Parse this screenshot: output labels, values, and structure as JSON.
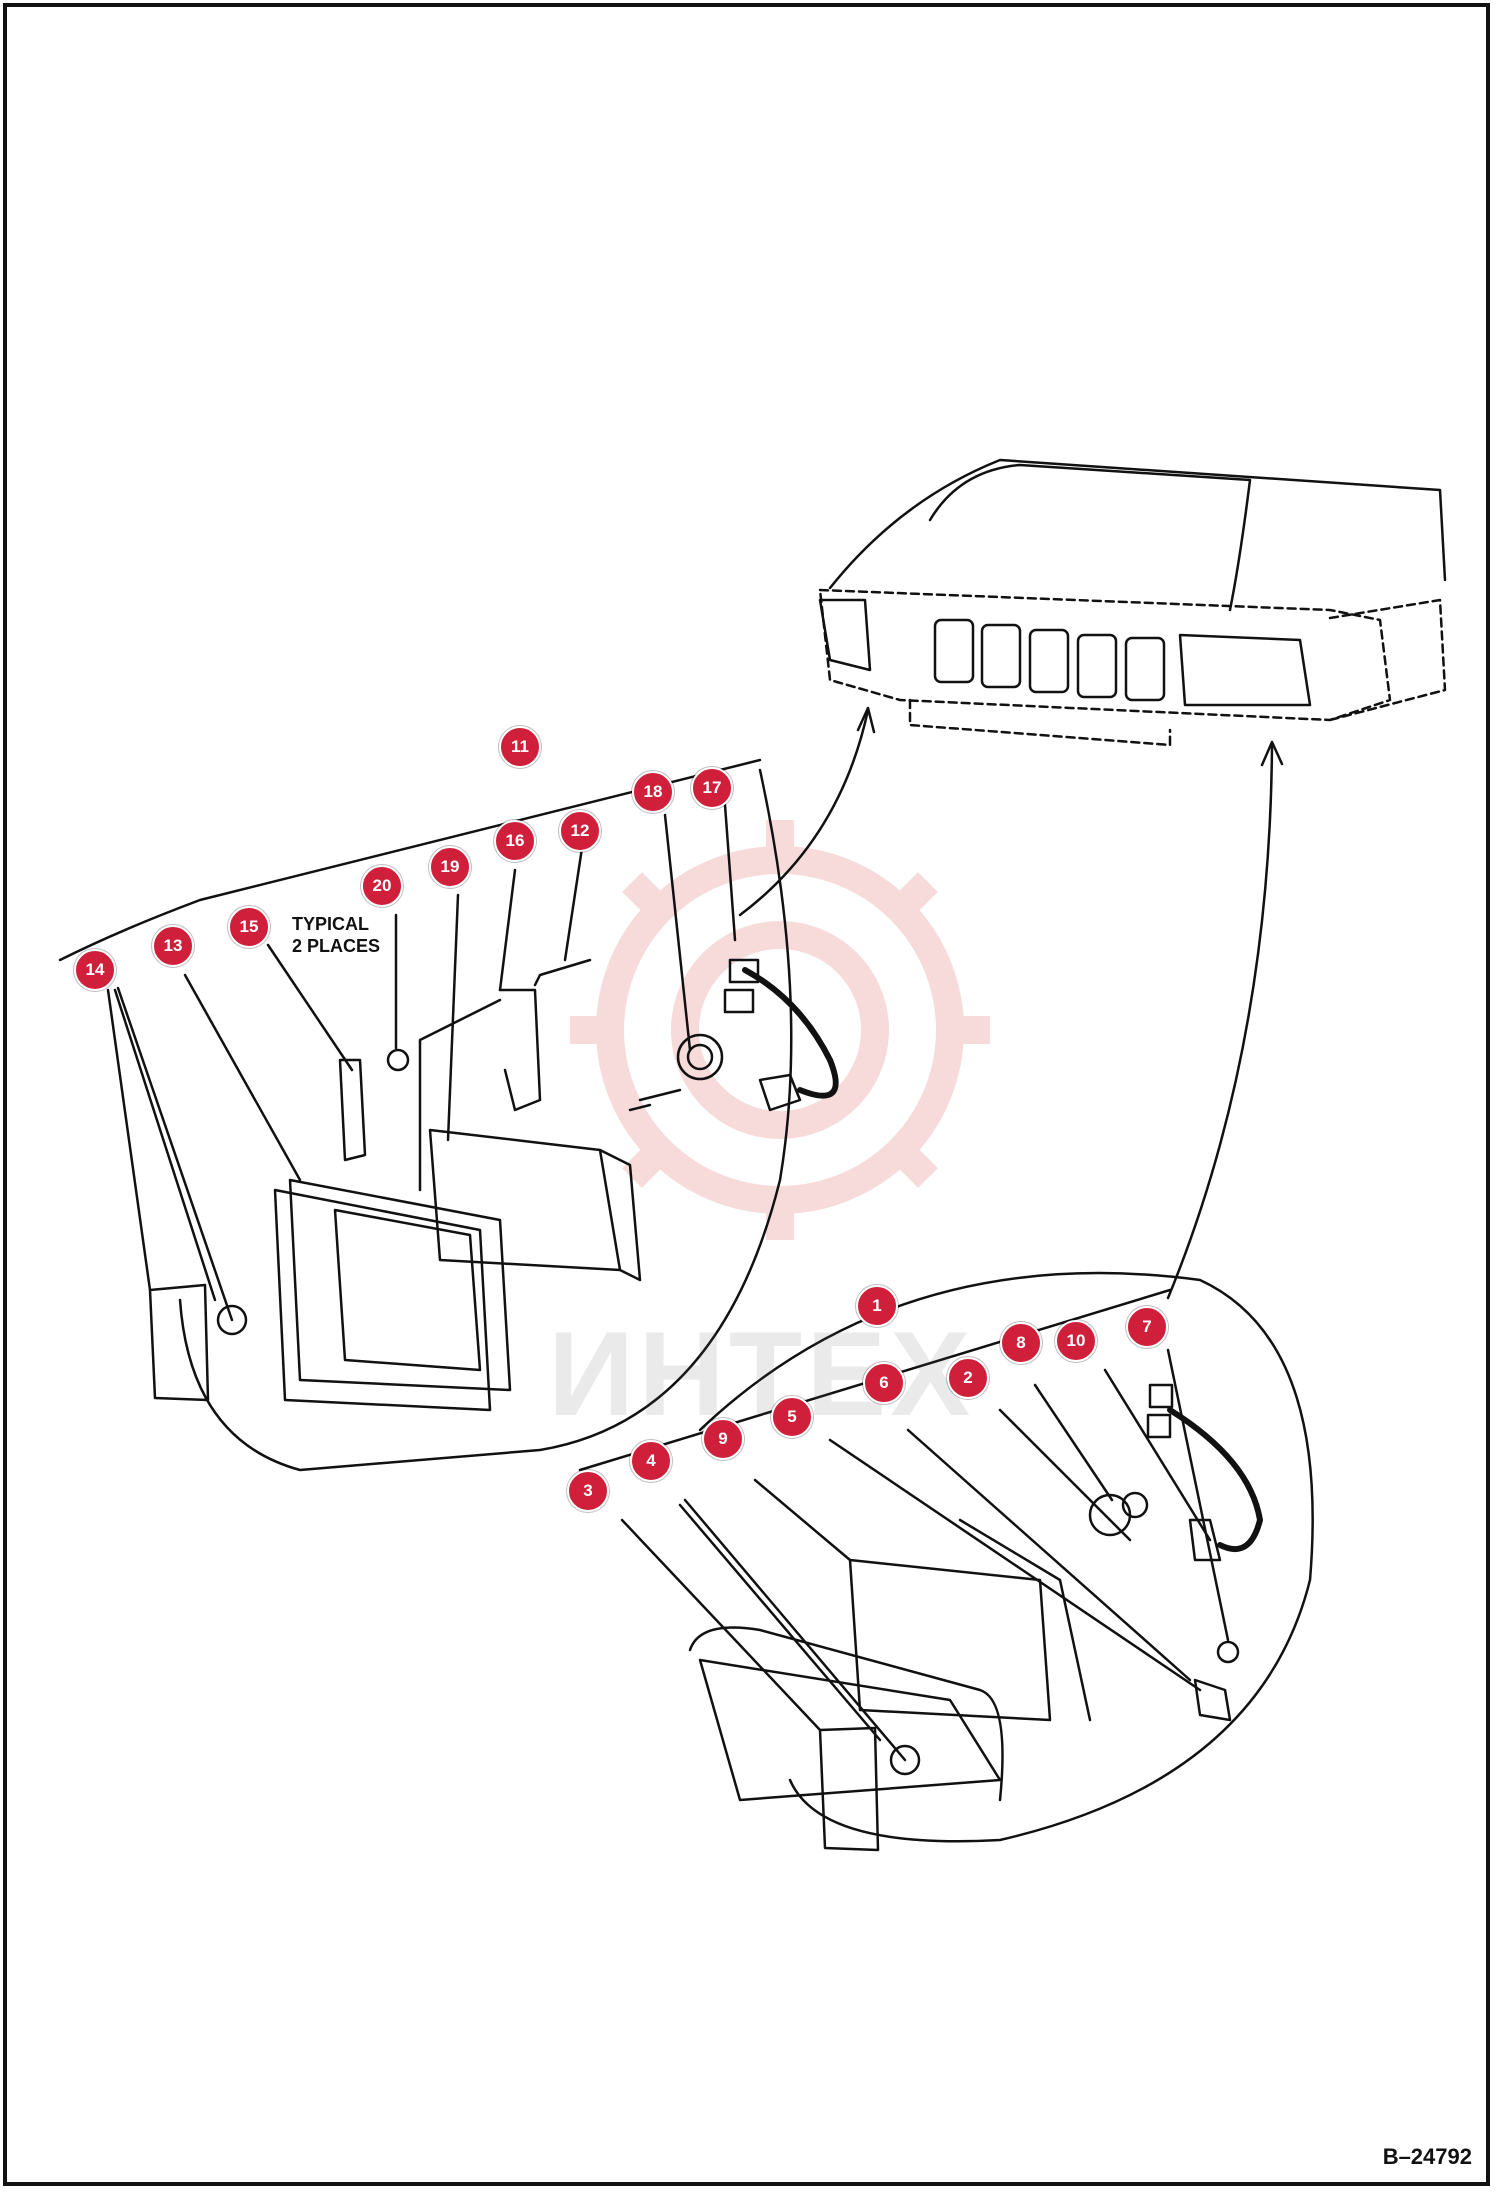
{
  "note": {
    "line1": "TYPICAL",
    "line2": "2 PLACES"
  },
  "document_number": "B–24792",
  "watermark_text": "ИНТЕХ",
  "callouts": [
    {
      "id": "1",
      "label": "1"
    },
    {
      "id": "2",
      "label": "2"
    },
    {
      "id": "3",
      "label": "3"
    },
    {
      "id": "4",
      "label": "4"
    },
    {
      "id": "5",
      "label": "5"
    },
    {
      "id": "6",
      "label": "6"
    },
    {
      "id": "7",
      "label": "7"
    },
    {
      "id": "8",
      "label": "8"
    },
    {
      "id": "9",
      "label": "9"
    },
    {
      "id": "10",
      "label": "10"
    },
    {
      "id": "11",
      "label": "11"
    },
    {
      "id": "12",
      "label": "12"
    },
    {
      "id": "13",
      "label": "13"
    },
    {
      "id": "14",
      "label": "14"
    },
    {
      "id": "15",
      "label": "15"
    },
    {
      "id": "16",
      "label": "16"
    },
    {
      "id": "17",
      "label": "17"
    },
    {
      "id": "18",
      "label": "18"
    },
    {
      "id": "19",
      "label": "19"
    },
    {
      "id": "20",
      "label": "20"
    }
  ],
  "colors": {
    "callout": "#cf1f3a",
    "ink": "#111111",
    "watermark": "#e8a0a0"
  }
}
